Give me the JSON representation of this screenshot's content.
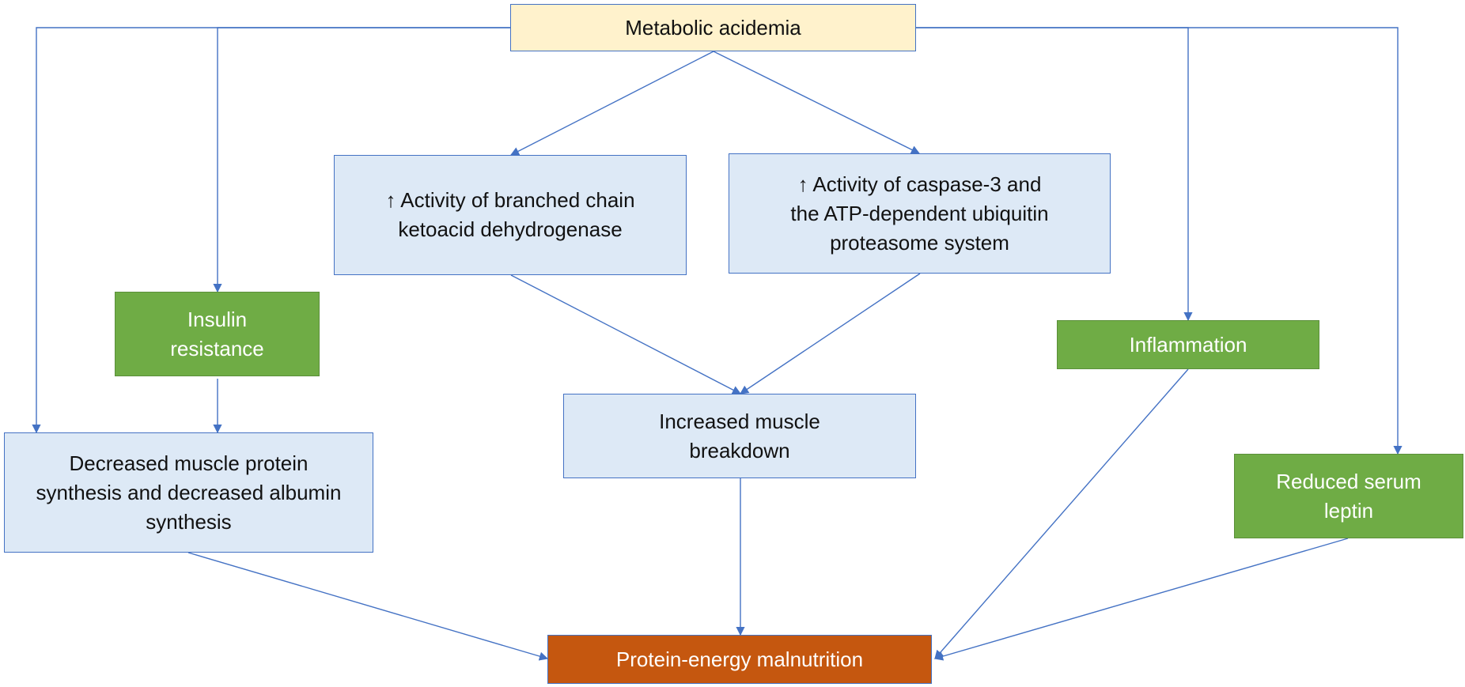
{
  "colors": {
    "arrow": "#4472c4",
    "top_fill": "#fff2cc",
    "blue_fill": "#dde9f6",
    "green_fill": "#6fac45",
    "orange_fill": "#c5570f"
  },
  "nodes": {
    "metabolic_acidemia": {
      "lines": [
        "Metabolic acidemia"
      ]
    },
    "bckd": {
      "lines": [
        "↑ Activity of branched chain",
        "ketoacid dehydrogenase"
      ]
    },
    "caspase": {
      "lines": [
        "↑ Activity of caspase-3 and",
        "the ATP-dependent ubiquitin",
        "proteasome system"
      ]
    },
    "insulin_resistance": {
      "lines": [
        "Insulin",
        "resistance"
      ]
    },
    "inflammation": {
      "lines": [
        "Inflammation"
      ]
    },
    "increased_breakdown": {
      "lines": [
        "Increased muscle",
        "breakdown"
      ]
    },
    "decreased_synthesis": {
      "lines": [
        "Decreased muscle protein",
        "synthesis and decreased albumin",
        "synthesis"
      ]
    },
    "reduced_leptin": {
      "lines": [
        "Reduced serum",
        "leptin"
      ]
    },
    "pem": {
      "lines": [
        "Protein-energy malnutrition"
      ]
    }
  },
  "edges": [
    {
      "from": "metabolic_acidemia",
      "to": "bckd"
    },
    {
      "from": "metabolic_acidemia",
      "to": "caspase"
    },
    {
      "from": "metabolic_acidemia",
      "to": "insulin_resistance"
    },
    {
      "from": "metabolic_acidemia",
      "to": "decreased_synthesis"
    },
    {
      "from": "metabolic_acidemia",
      "to": "inflammation"
    },
    {
      "from": "metabolic_acidemia",
      "to": "reduced_leptin"
    },
    {
      "from": "bckd",
      "to": "increased_breakdown"
    },
    {
      "from": "caspase",
      "to": "increased_breakdown"
    },
    {
      "from": "insulin_resistance",
      "to": "decreased_synthesis"
    },
    {
      "from": "increased_breakdown",
      "to": "pem"
    },
    {
      "from": "decreased_synthesis",
      "to": "pem"
    },
    {
      "from": "inflammation",
      "to": "pem"
    },
    {
      "from": "reduced_leptin",
      "to": "pem"
    }
  ]
}
